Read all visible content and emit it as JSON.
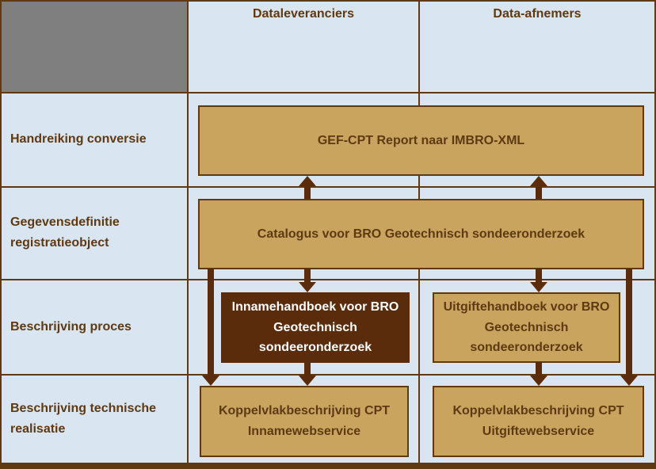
{
  "columns": {
    "dataleveranciers": "Dataleveranciers",
    "data_afnemers": "Data-afnemers"
  },
  "row_labels": {
    "handreiking_conversie": "Handreiking conversie",
    "gegevensdefinitie": "Gegevensdefinitie registratieobject",
    "beschrijving_proces": "Beschrijving proces",
    "beschrijving_technische_realisatie": "Beschrijving technische realisatie"
  },
  "boxes": {
    "gef_cpt": "GEF-CPT Report naar IMBRO-XML",
    "catalogus": "Catalogus voor BRO Geotechnisch sondeeronderzoek",
    "innamehandboek": "Innamehandboek voor BRO Geotechnisch sondeeronderzoek",
    "uitgiftehandboek": "Uitgiftehandboek voor BRO Geotechnisch sondeeronderzoek",
    "koppelvlak_inname": "Koppelvlakbeschrijving CPT Innamewebservice",
    "koppelvlak_uitgifte": "Koppelvlakbeschrijving CPT Uitgiftewebservice"
  },
  "colors": {
    "cell_background": "#d9e5f1",
    "corner_gray": "#7f7f7f",
    "box_tan": "#c9a45f",
    "line_brown": "#5e3912",
    "arrow_brown": "#5b2c0c",
    "highlight_box_brown": "#5b2c0c",
    "highlight_text": "#ffffff"
  }
}
